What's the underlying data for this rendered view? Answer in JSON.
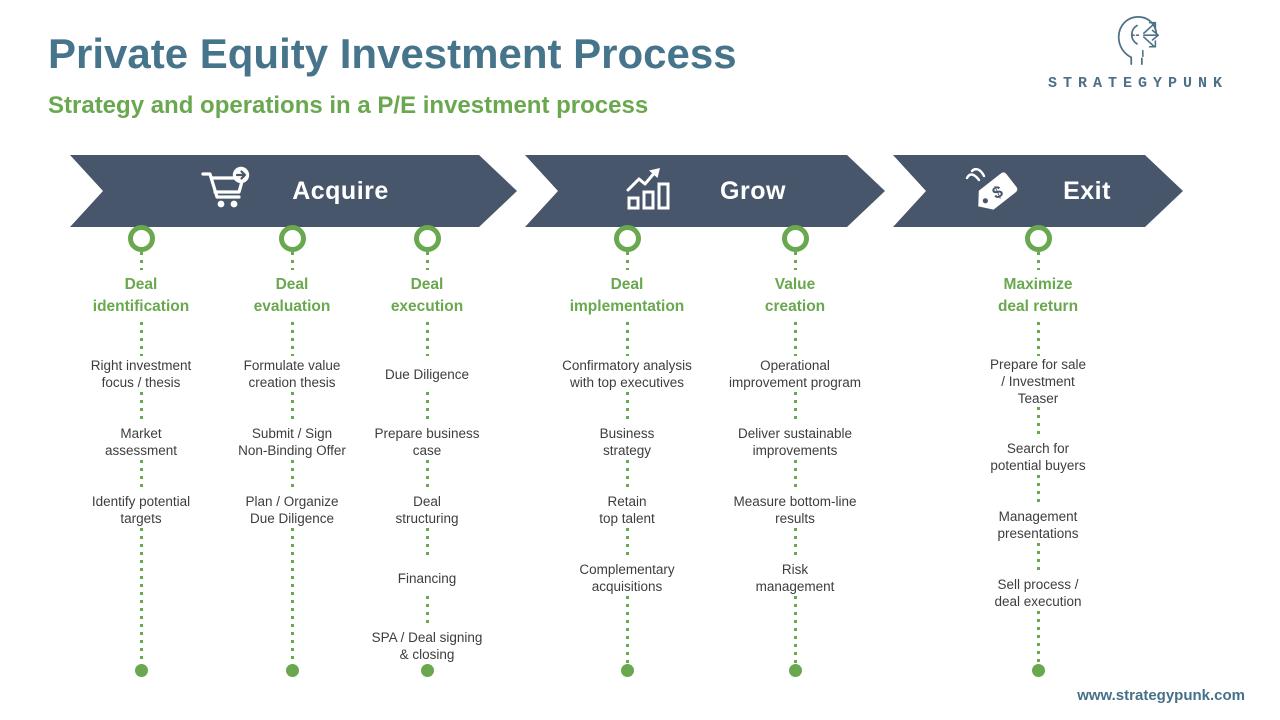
{
  "slide": {
    "title": "Private Equity Investment Process",
    "subtitle": "Strategy and operations in a P/E investment process",
    "footer_url": "www.strategypunk.com"
  },
  "logo": {
    "brand": "STRATEGYPUNK",
    "icon": "head-arrows-icon"
  },
  "colors": {
    "arrow_slate": "#47566b",
    "accent_green": "#6aa84f",
    "heading_teal": "#46748b"
  },
  "phases": [
    {
      "label": "Acquire",
      "icon": "cart-plus-icon",
      "columns": [
        {
          "heading": "Deal\nidentification",
          "items": [
            "Right investment\nfocus / thesis",
            "Market\nassessment",
            "Identify potential\ntargets"
          ]
        },
        {
          "heading": "Deal\nevaluation",
          "items": [
            "Formulate value\ncreation thesis",
            "Submit / Sign\nNon-Binding Offer",
            "Plan / Organize\nDue Diligence"
          ]
        },
        {
          "heading": "Deal\nexecution",
          "items": [
            "Due Diligence",
            "Prepare business\ncase",
            "Deal\nstructuring",
            "Financing",
            "SPA / Deal signing\n& closing"
          ]
        }
      ]
    },
    {
      "label": "Grow",
      "icon": "growth-chart-icon",
      "columns": [
        {
          "heading": "Deal\nimplementation",
          "items": [
            "Confirmatory analysis\nwith top executives",
            "Business\nstrategy",
            "Retain\ntop talent",
            "Complementary\nacquisitions"
          ]
        },
        {
          "heading": "Value\ncreation",
          "items": [
            "Operational\nimprovement program",
            "Deliver sustainable\nimprovements",
            "Measure bottom-line\nresults",
            "Risk\nmanagement"
          ]
        }
      ]
    },
    {
      "label": "Exit",
      "icon": "price-tag-icon",
      "columns": [
        {
          "heading": "Maximize\ndeal return",
          "items": [
            "Prepare for sale\n/  Investment\nTeaser",
            "Search for\npotential buyers",
            "Management\npresentations",
            "Sell process /\ndeal execution"
          ]
        }
      ]
    }
  ]
}
